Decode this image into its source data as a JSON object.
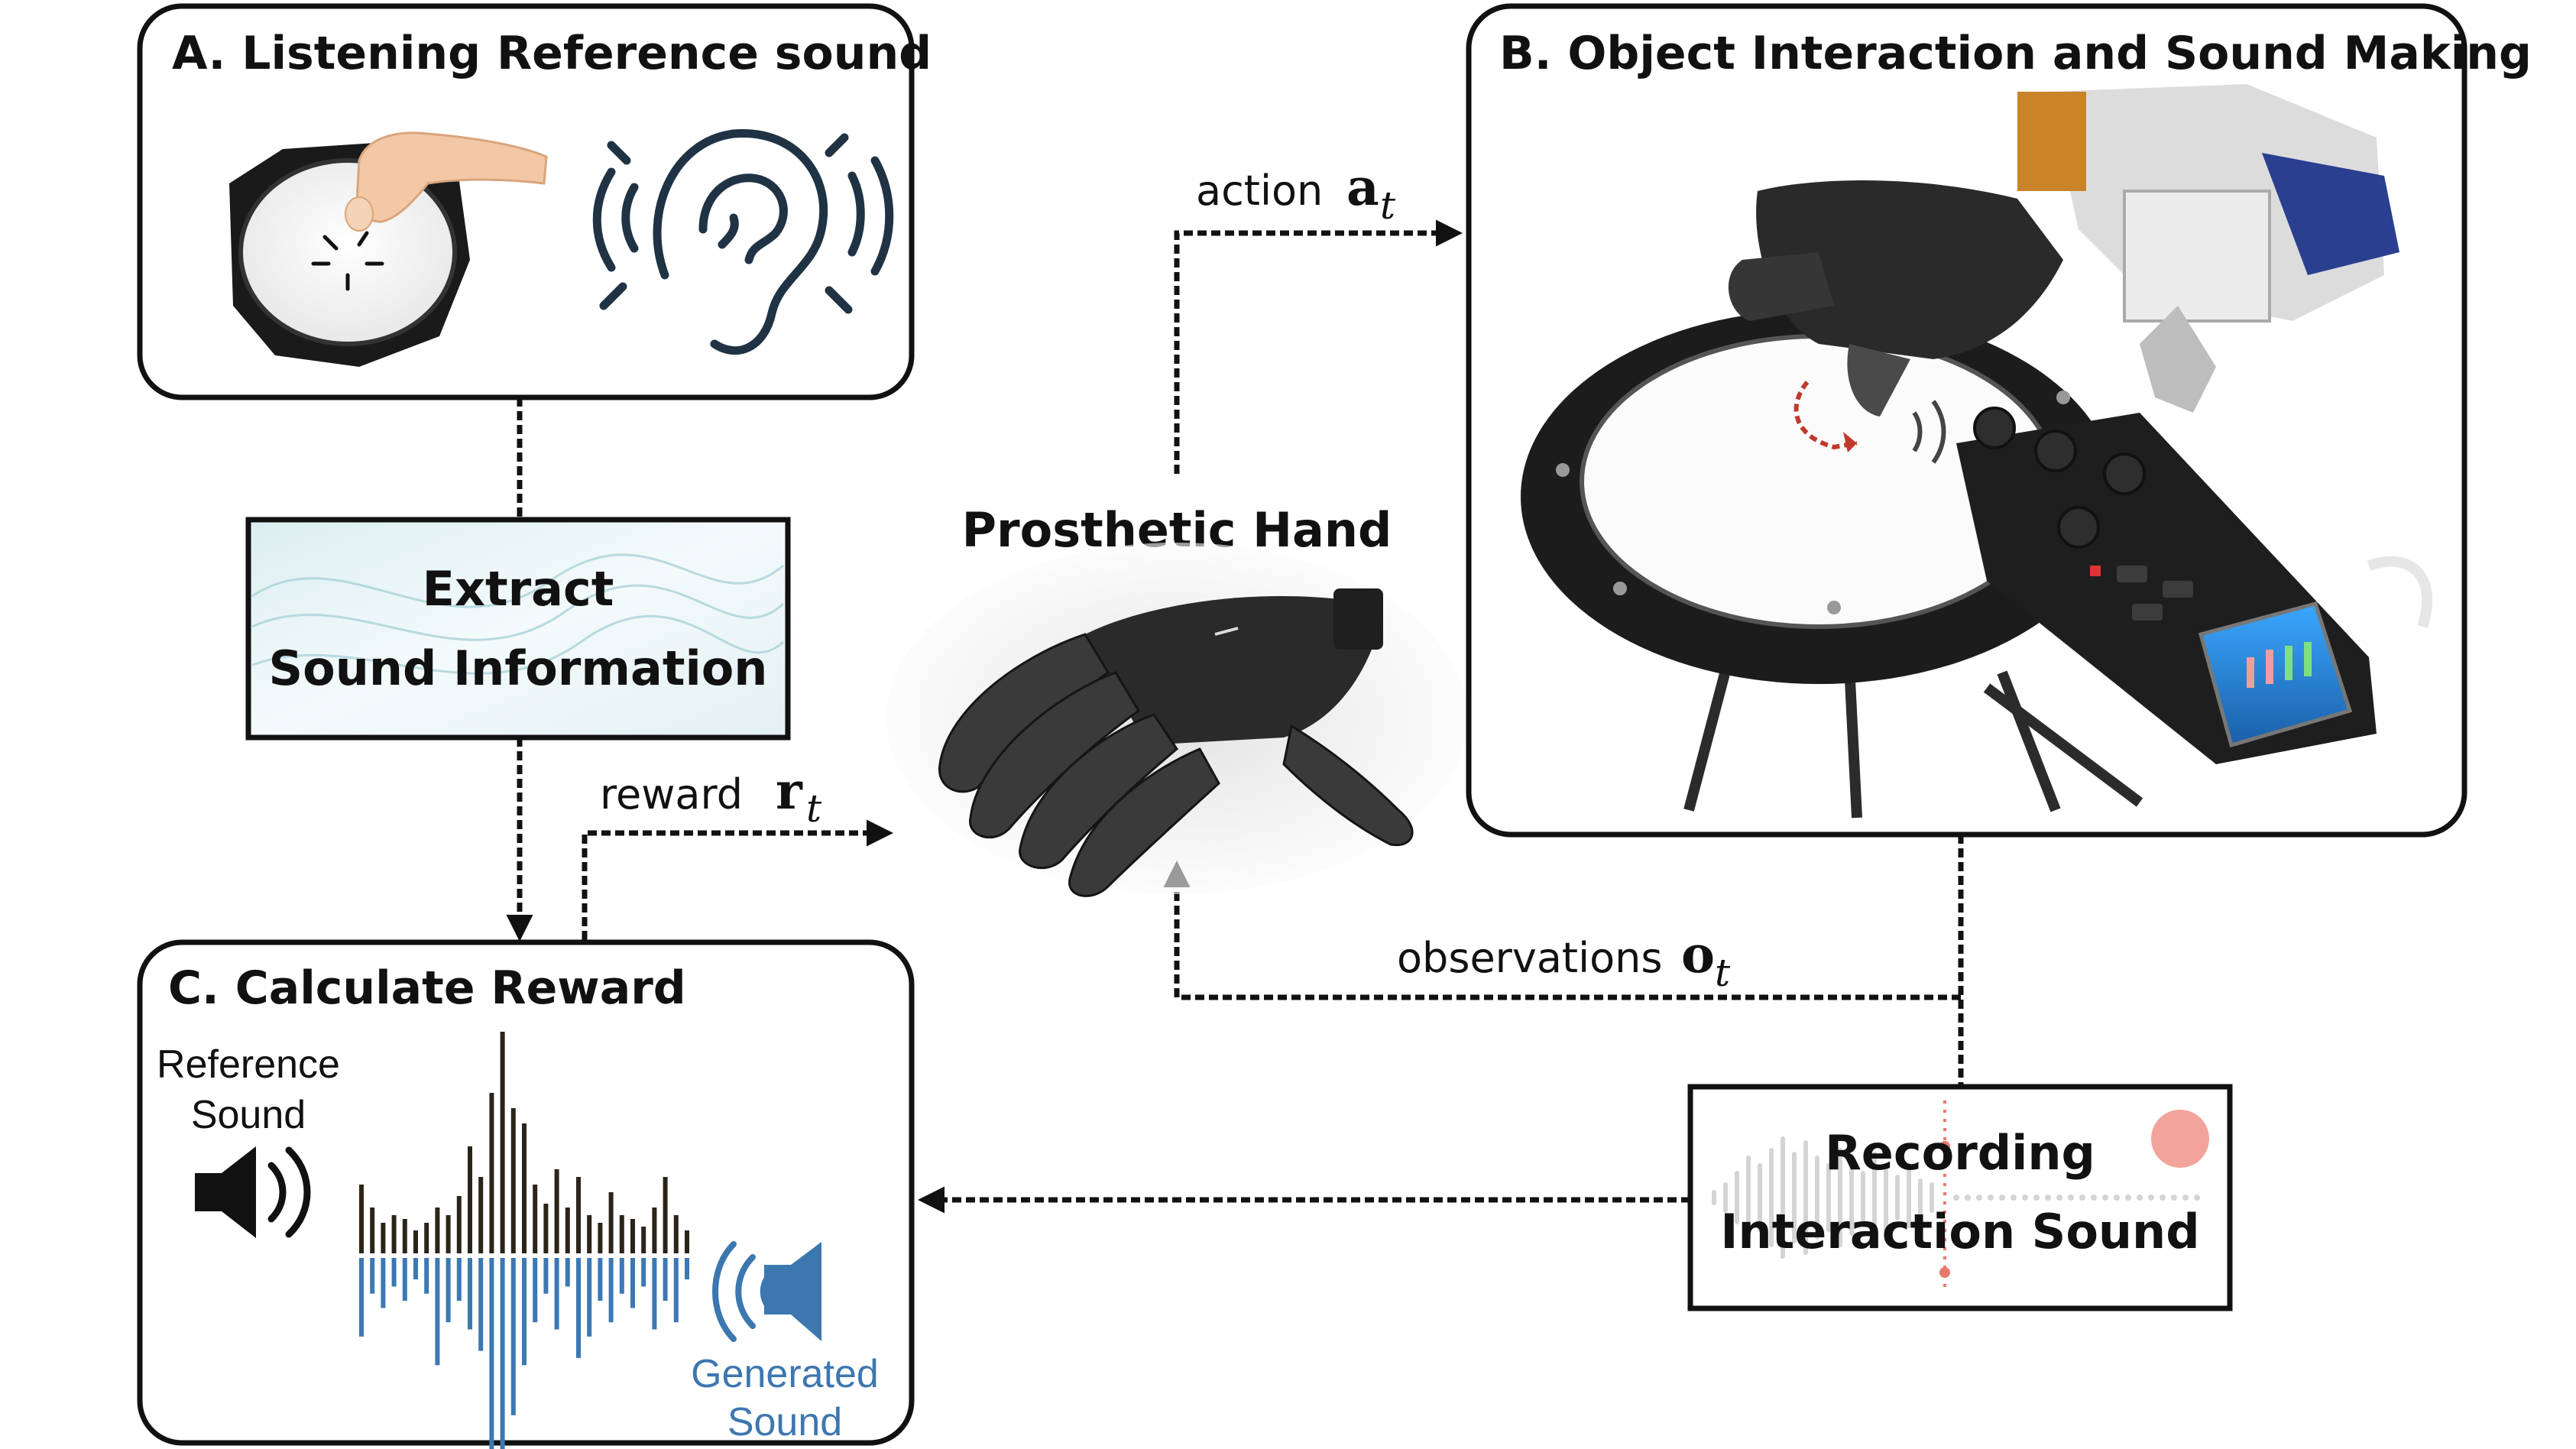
{
  "panels": {
    "a_title": "A. Listening Reference sound",
    "b_title": "B. Object Interaction and Sound Making",
    "c_title": "C. Calculate Reward"
  },
  "boxes": {
    "extract_line1": "Extract",
    "extract_line2": "Sound Information",
    "recording_line1": "Recording",
    "recording_line2": "Interaction Sound"
  },
  "center": {
    "hand_label": "Prosthetic Hand"
  },
  "edges": {
    "action_word": "action",
    "action_symbol": "a",
    "action_sub": "t",
    "reward_word": "reward",
    "reward_symbol": "r",
    "reward_sub": "t",
    "obs_word": "observations",
    "obs_symbol": "o",
    "obs_sub": "t"
  },
  "reward_panel": {
    "ref_line1": "Reference",
    "ref_line2": "Sound",
    "gen_line1": "Generated",
    "gen_line2": "Sound",
    "reference_bars": [
      0.18,
      0.12,
      0.08,
      0.1,
      0.09,
      0.06,
      0.08,
      0.12,
      0.1,
      0.15,
      0.28,
      0.2,
      0.42,
      0.58,
      0.38,
      0.34,
      0.18,
      0.13,
      0.22,
      0.12,
      0.2,
      0.1,
      0.08,
      0.16,
      0.1,
      0.09,
      0.07,
      0.12,
      0.2,
      0.1,
      0.06
    ],
    "generated_bars": [
      0.22,
      0.1,
      0.14,
      0.08,
      0.12,
      0.06,
      0.1,
      0.3,
      0.18,
      0.12,
      0.2,
      0.26,
      0.55,
      0.62,
      0.44,
      0.3,
      0.18,
      0.1,
      0.2,
      0.08,
      0.28,
      0.22,
      0.12,
      0.18,
      0.1,
      0.14,
      0.08,
      0.2,
      0.12,
      0.18,
      0.06
    ],
    "reference_color": "#2b2418",
    "generated_color": "#3b78b4"
  },
  "colors": {
    "arrow": "#111111",
    "recording_dot": "#f2a39a",
    "recording_line": "#e87a6c",
    "gen_sound": "#3d77b0",
    "motion_arrow": "#c0392b"
  },
  "icons": {
    "drum_a": "drum-pad-icon",
    "ear": "ear-icon",
    "speaker_ref": "speaker-icon",
    "speaker_gen": "speaker-icon",
    "hand": "prosthetic-hand-icon",
    "robot_scene": "robot-drum-recorder-photo"
  }
}
